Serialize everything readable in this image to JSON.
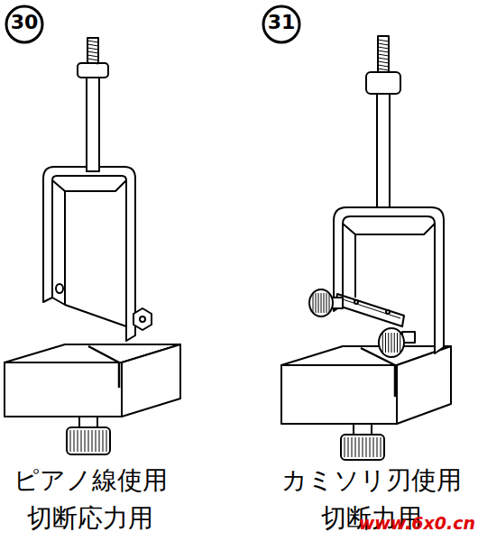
{
  "diagram": {
    "labels": [
      "30",
      "31",
      "ピアノ線使用",
      "切断応力用",
      "カミソリ刃使用",
      "切断力用",
      "www.6x0.cn"
    ]
  }
}
